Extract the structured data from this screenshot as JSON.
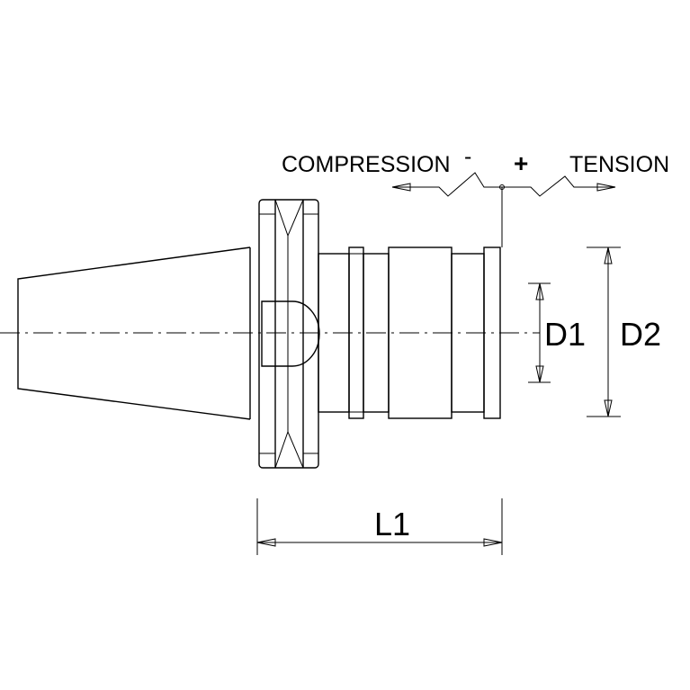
{
  "labels": {
    "compression": "COMPRESSION",
    "tension": "TENSION",
    "minus": "-",
    "plus": "+",
    "d1": "D1",
    "d2": "D2",
    "l1": "L1"
  },
  "colors": {
    "line": "#000000",
    "background": "#ffffff"
  }
}
